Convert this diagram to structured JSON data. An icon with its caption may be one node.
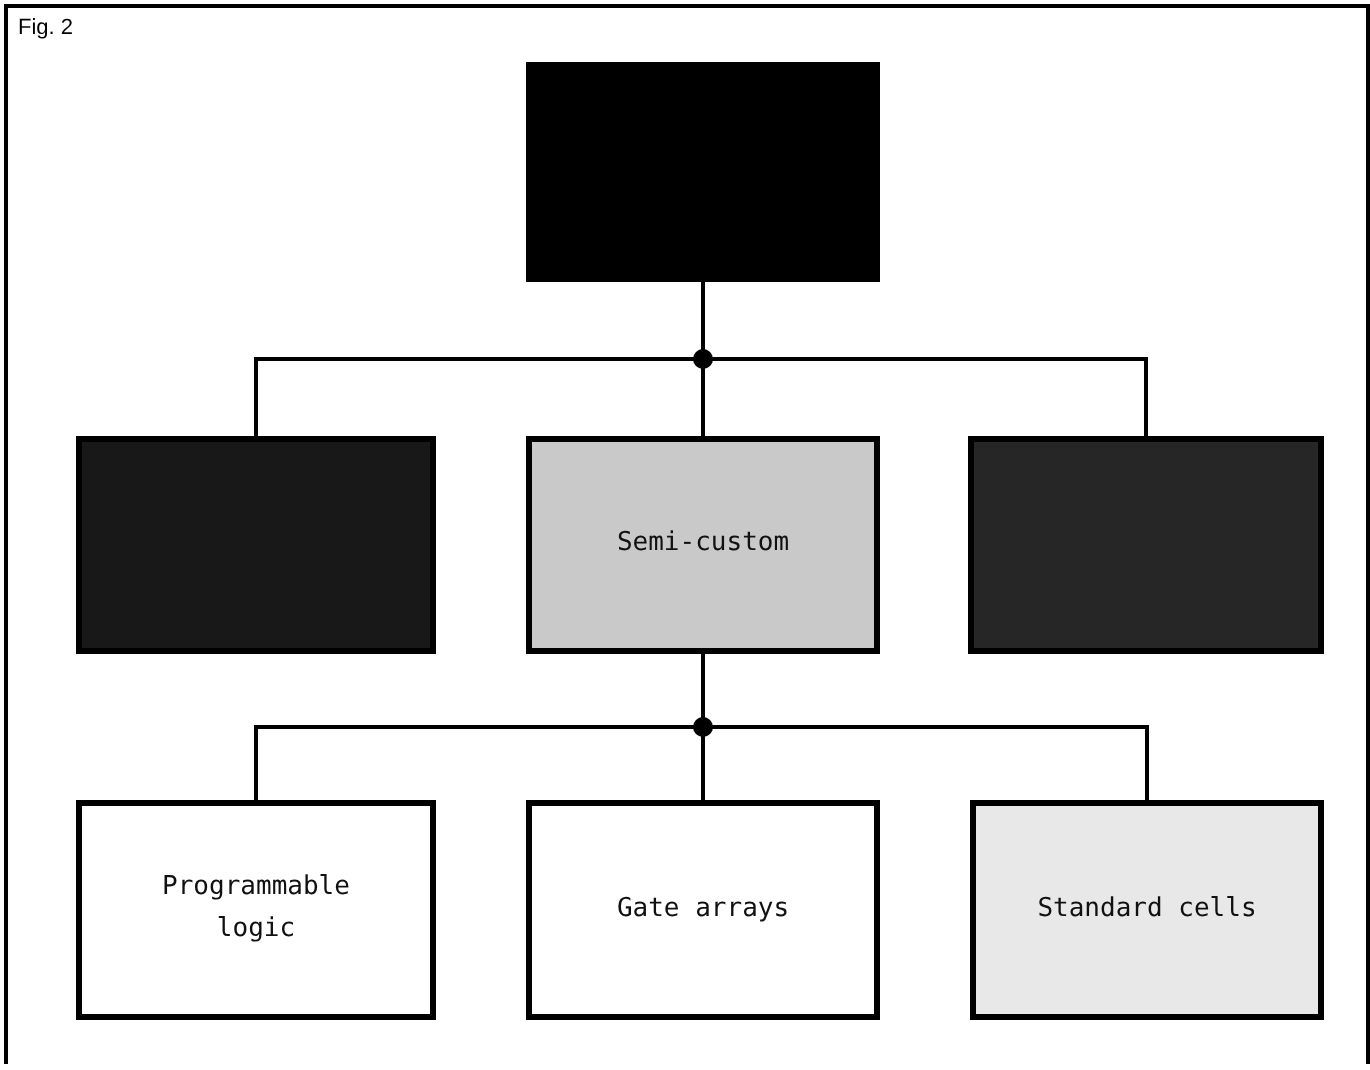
{
  "diagram": {
    "nodes": [
      {
        "text": [],
        "shape": "box"
      },
      {
        "text": [],
        "shape": "box"
      },
      {
        "text": [
          "Semi-custom"
        ]
      },
      {
        "text": [],
        "shape": "box"
      },
      {
        "text": [
          "Programmable logic"
        ]
      },
      {
        "text": [
          "Gate arrays"
        ]
      },
      {
        "text": [
          "Standard cells"
        ]
      }
    ],
    "edges": [
      {
        "from": 0,
        "to": 1,
        "arrow": "none"
      },
      {
        "from": 0,
        "to": 2,
        "arrow": "none"
      },
      {
        "from": 0,
        "to": 3,
        "arrow": "none"
      },
      {
        "from": 2,
        "to": 4,
        "arrow": "none"
      },
      {
        "from": 2,
        "to": 5,
        "arrow": "none"
      },
      {
        "from": 2,
        "to": 6,
        "arrow": "none"
      }
    ],
    "labels": [
      "Fig. 2"
    ]
  }
}
